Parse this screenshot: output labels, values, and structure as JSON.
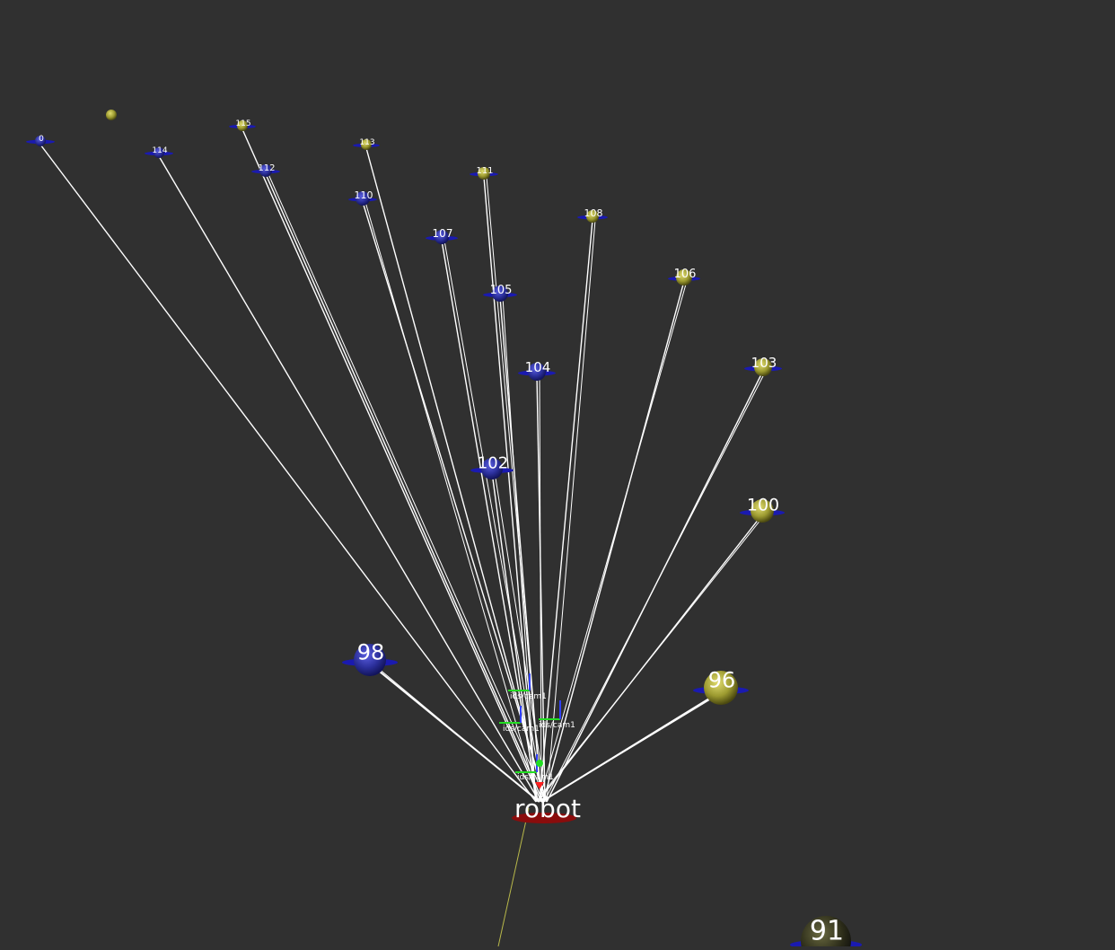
{
  "scene": {
    "background": "#303030",
    "ray_color": "#ffffff",
    "path_color": "#b8b84a",
    "robot": {
      "label": "robot",
      "color": "#9a0f0f"
    },
    "frames": [
      {
        "label": "ids/cam1"
      },
      {
        "label": "ids/cam1"
      },
      {
        "label": "ids/cam1"
      },
      {
        "label": "ids/cam1"
      }
    ],
    "nodes": [
      {
        "id": "0",
        "label": "0",
        "tint": "blue"
      },
      {
        "id": "unlabeled",
        "label": "",
        "tint": "yellow"
      },
      {
        "id": "114",
        "label": "114",
        "tint": "blue"
      },
      {
        "id": "115",
        "label": "115",
        "tint": "yellow"
      },
      {
        "id": "112",
        "label": "112",
        "tint": "blue"
      },
      {
        "id": "113",
        "label": "113",
        "tint": "yellow"
      },
      {
        "id": "110",
        "label": "110",
        "tint": "blue"
      },
      {
        "id": "111",
        "label": "111",
        "tint": "yellow"
      },
      {
        "id": "107",
        "label": "107",
        "tint": "blue"
      },
      {
        "id": "108",
        "label": "108",
        "tint": "yellow"
      },
      {
        "id": "105",
        "label": "105",
        "tint": "blue"
      },
      {
        "id": "106",
        "label": "106",
        "tint": "yellow"
      },
      {
        "id": "104",
        "label": "104",
        "tint": "blue"
      },
      {
        "id": "103",
        "label": "103",
        "tint": "yellow"
      },
      {
        "id": "102",
        "label": "102",
        "tint": "blue"
      },
      {
        "id": "100",
        "label": "100",
        "tint": "yellow"
      },
      {
        "id": "98",
        "label": "98",
        "tint": "blue"
      },
      {
        "id": "96",
        "label": "96",
        "tint": "yellow"
      },
      {
        "id": "91",
        "label": "91",
        "tint": "yellow"
      }
    ],
    "colors": {
      "blue_sphere": "#2b2f9a",
      "blue_ring": "#1a1ab0",
      "yellow_sphere": "#9c9a30",
      "yellow_ring": "#1a1ab0",
      "label_text": "#ffffff"
    }
  }
}
